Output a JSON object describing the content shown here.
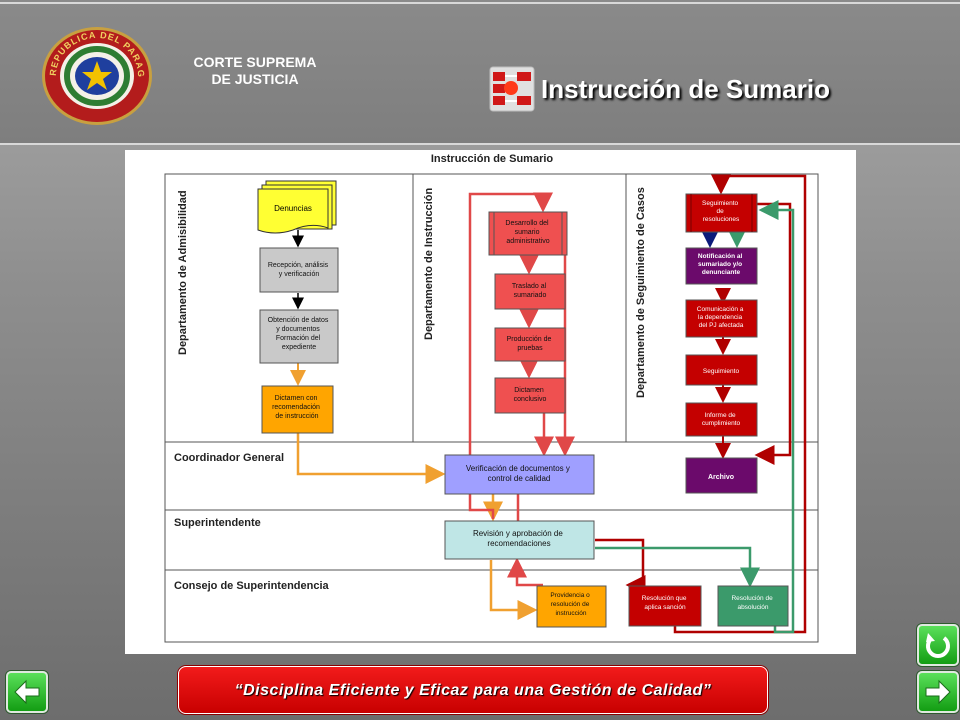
{
  "header": {
    "institution_line1": "CORTE SUPREMA",
    "institution_line2": "DE JUSTICIA",
    "seal_text": "REPUBLICA DEL PARAGUAY",
    "title": "Instrucción de Sumario"
  },
  "diagram": {
    "title": "Instrucción de Sumario",
    "lanes": {
      "admisibilidad": "Departamento de Admisibilidad",
      "instruccion": "Departamento de Instrucción",
      "seguimiento": "Departamento de Seguimiento de Casos",
      "coordinador": "Coordinador General",
      "superintendente": "Superintendente",
      "consejo": "Consejo de Superintendencia"
    },
    "boxes": {
      "denuncias": "Denuncias",
      "recepcion": [
        "Recepción, análisis",
        "y verificación"
      ],
      "obtencion": [
        "Obtención de datos",
        "y documentos",
        "Formación del",
        "expediente"
      ],
      "dictamen_recomendacion": [
        "Dictamen con",
        "recomendación",
        "de instrucción"
      ],
      "desarrollo": [
        "Desarrollo del",
        "sumario",
        "administrativo"
      ],
      "traslado": [
        "Traslado al",
        "sumariado"
      ],
      "produccion": [
        "Producción de",
        "pruebas"
      ],
      "dictamen_conclusivo": [
        "Dictamen",
        "conclusivo"
      ],
      "seguimiento_resoluciones": [
        "Seguimiento",
        "de",
        "resoluciones"
      ],
      "notificacion": [
        "Notificación al",
        "sumariado y/o",
        "denunciante"
      ],
      "comunicacion": [
        "Comunicación a",
        "la dependencia",
        "del PJ afectada"
      ],
      "seguimiento": "Seguimiento",
      "informe": [
        "Informe de",
        "cumplimiento"
      ],
      "archivo": "Archivo",
      "verificacion": [
        "Verificación de documentos y",
        "control de calidad"
      ],
      "revision": [
        "Revisión y aprobación de",
        "recomendaciones"
      ],
      "providencia": [
        "Providencia o",
        "resolución de",
        "instrucción"
      ],
      "resolucion_sancion": [
        "Resolución que",
        "aplica sanción"
      ],
      "resolucion_absolucion": [
        "Resolución de",
        "absolución"
      ]
    }
  },
  "footer": {
    "motto": "“Disciplina Eficiente y Eficaz para una Gestión de Calidad”"
  },
  "nav": {
    "back_icon": "arrow-left-icon",
    "forward_icon": "arrow-right-icon",
    "return_icon": "return-icon"
  },
  "colors": {
    "gray_box": "#c9c9c9",
    "yellow_box": "#ffff33",
    "orange_box": "#ffa500",
    "red_box": "#ef5050",
    "dark_red_box": "#c40000",
    "purple_box": "#6b0a6b",
    "lavender_box": "#9f9fff",
    "light_teal_box": "#bfe6e6",
    "green_box": "#3b9a6b",
    "banner_red": "#e01010"
  }
}
